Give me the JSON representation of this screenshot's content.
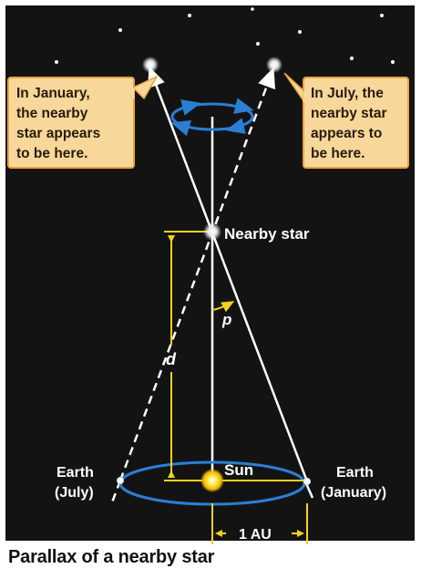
{
  "callouts": {
    "january": [
      "In January,",
      "the nearby",
      "star appears",
      "to be here."
    ],
    "july": [
      "In July, the",
      "nearby star",
      "appears to",
      "be here."
    ]
  },
  "labels": {
    "nearby_star": "Nearby star",
    "parallax_angle": "p",
    "distance": "d",
    "sun": "Sun",
    "earth_july": [
      "Earth",
      "(July)"
    ],
    "earth_january": [
      "Earth",
      "(January)"
    ],
    "au": "1 AU"
  },
  "caption": "Parallax of a nearby star",
  "colors": {
    "background": "#141313",
    "orbit_blue": "#2a7fd4",
    "marker_yellow": "#f2d21b",
    "callout_fill": "#f7d89a",
    "callout_border": "#e8a43a"
  }
}
